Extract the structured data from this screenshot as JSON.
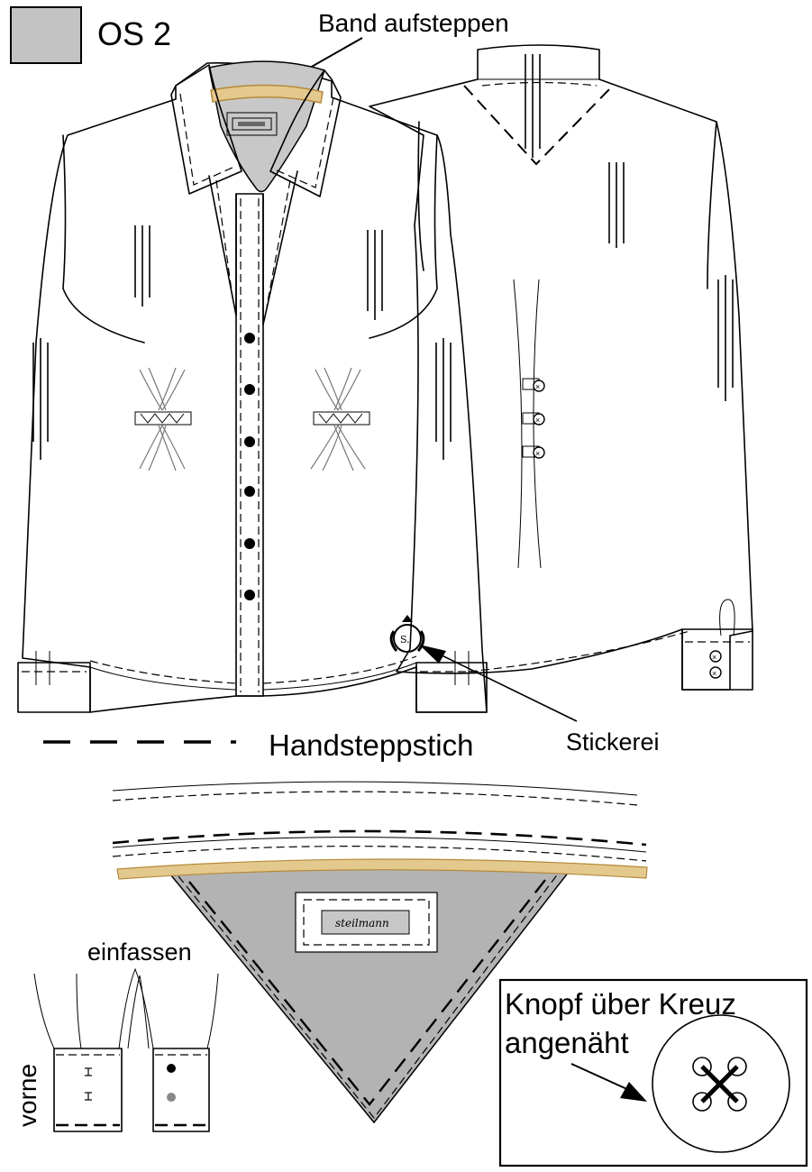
{
  "size_label": "OS 2",
  "colors": {
    "swatch": "#c3c3c3",
    "collar_inner": "#c8c8c8",
    "band": "#e3c98e",
    "band_stroke": "#b58a3a",
    "cross_stitch": "#000000"
  },
  "labels": {
    "band": "Band aufsteppen",
    "hand_stitch": "Handsteppstich",
    "embroidery": "Stickerei",
    "binding": "einfassen",
    "front": "vorne",
    "button_line1": "Knopf über Kreuz",
    "button_line2": "angenäht",
    "brand_tag": "steilmann",
    "monogram": "S."
  }
}
